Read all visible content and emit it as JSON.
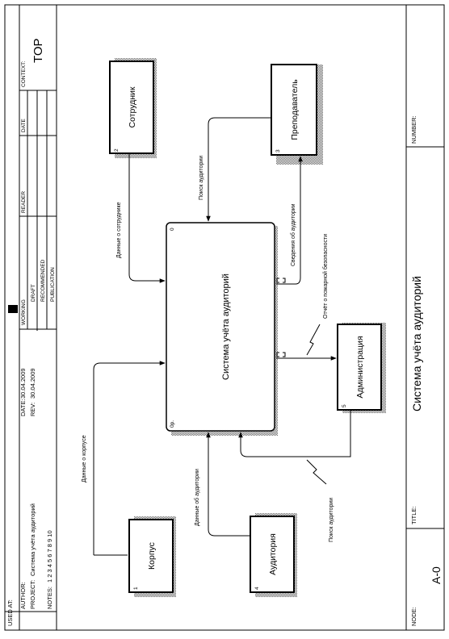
{
  "header": {
    "used_at": "USED AT:",
    "author_label": "AUTHOR:",
    "project_label": "PROJECT:",
    "project": "Система учёта аудиторий",
    "notes_label": "NOTES:",
    "notes": "1  2  3  4  5  6  7  8  9  10",
    "date_label": "DATE:",
    "date": "30.04.2009",
    "rev_label": "REV:",
    "rev": "30.04.2009",
    "working": "WORKING",
    "draft": "DRAFT",
    "recommended": "RECOMMENDED",
    "publication": "PUBLICATION",
    "reader": "READER",
    "date_col": "DATE",
    "context_label": "CONTEXT:",
    "context": "TOP"
  },
  "footer": {
    "node_label": "NODE:",
    "node": "А-0",
    "title_label": "TITLE:",
    "title": "Система учёта аудиторий",
    "number_label": "NUMBER:"
  },
  "diagram": {
    "main": {
      "label": "Система учёта аудиторий",
      "num": "0",
      "cost": "0р."
    },
    "boxes": [
      {
        "label": "Сотрудник",
        "num": "2"
      },
      {
        "label": "Преподаватель",
        "num": "3"
      },
      {
        "label": "Администрация",
        "num": "5"
      },
      {
        "label": "Корпус",
        "num": "1"
      },
      {
        "label": "Аудитория",
        "num": "4"
      }
    ],
    "arrows": [
      "Данные о сотруднике",
      "Поиск аудитории",
      "Сведения об аудитории",
      "Отчёт о пожарной безопасности",
      "Данные о корпусе",
      "Данные об аудитории",
      "Поиск аудитории"
    ]
  }
}
